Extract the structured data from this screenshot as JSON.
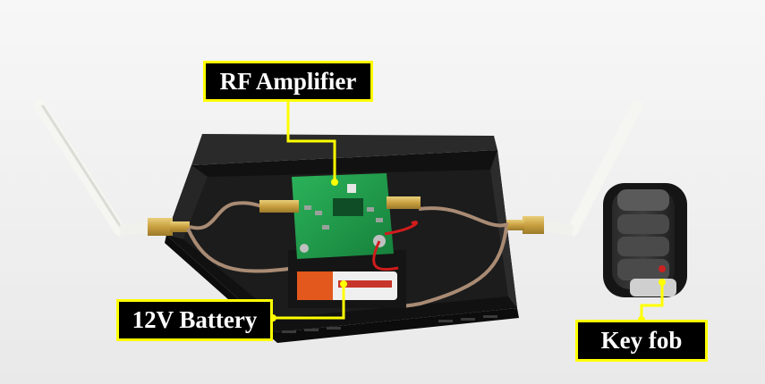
{
  "labels": {
    "rf_amplifier": "RF Amplifier",
    "battery": "12V Battery",
    "key_fob": "Key fob"
  },
  "colors": {
    "callout_border": "#ffff00",
    "callout_fill": "#000000",
    "callout_text": "#ffffff",
    "leader_line": "#ffff00",
    "pcb": "#1f9a4a",
    "enclosure": "#1a1a1a",
    "antenna": "#f4f4f0"
  }
}
